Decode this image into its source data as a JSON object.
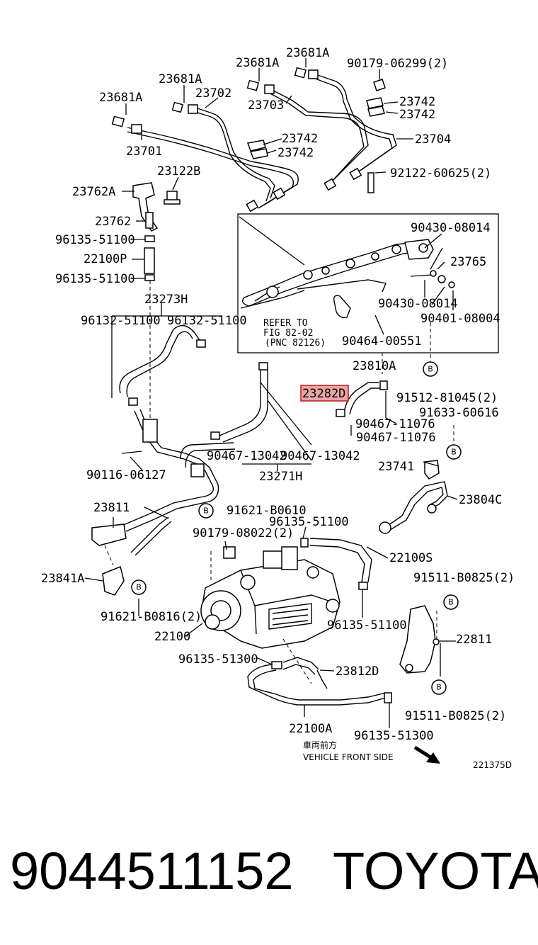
{
  "diagram": {
    "highlighted_part": "23282D",
    "labels": {
      "l_23681A_1": "23681A",
      "l_23681A_2": "23681A",
      "l_23681A_3": "23681A",
      "l_23681A_4": "23681A",
      "l_9017906299": "90179-06299(2)",
      "l_23702": "23702",
      "l_23703": "23703",
      "l_23742_1": "23742",
      "l_23742_2": "23742",
      "l_23742_3": "23742",
      "l_23742_4": "23742",
      "l_23704": "23704",
      "l_23701": "23701",
      "l_9212260625": "92122-60625(2)",
      "l_23122B": "23122B",
      "l_23762A": "23762A",
      "l_23762": "23762",
      "l_9613551100_a": "96135-51100",
      "l_22100P": "22100P",
      "l_9613551100_b": "96135-51100",
      "l_23273H": "23273H",
      "l_9613251100_a": "96132-51100",
      "l_9613251100_b": "96132-51100",
      "l_9043008014_a": "90430-08014",
      "l_23765": "23765",
      "l_9043008014_b": "90430-08014",
      "l_9040108004": "90401-08004",
      "l_refer1": "REFER TO",
      "l_refer2": "FIG 82-02",
      "l_refer3": "(PNC 82126)",
      "l_9046400551": "90464-00551",
      "l_23810A": "23810A",
      "l_23282D": "23282D",
      "l_9151281045": "91512-81045(2)",
      "l_9046711076_a": "90467-11076",
      "l_9163360616": "91633-60616",
      "l_9046711076_b": "90467-11076",
      "l_9046713042_a": "90467-13042",
      "l_9046713042_b": "90467-13042",
      "l_9011606127": "90116-06127",
      "l_23271H": "23271H",
      "l_23741": "23741",
      "l_23804C": "23804C",
      "l_23811": "23811",
      "l_91621B0610": "91621-B0610",
      "l_9613551100_c": "96135-51100",
      "l_9017908022": "90179-08022(2)",
      "l_22100S": "22100S",
      "l_23841A": "23841A",
      "l_91511B0825_a": "91511-B0825(2)",
      "l_91621B0816": "91621-B0816(2)",
      "l_9613551100_d": "96135-51100",
      "l_22100": "22100",
      "l_22811": "22811",
      "l_9613551300_a": "96135-51300",
      "l_23812D": "23812D",
      "l_91511B0825_b": "91511-B0825(2)",
      "l_22100A": "22100A",
      "l_9613551300_b": "96135-51300",
      "l_jp": "車両前方",
      "l_front": "VEHICLE FRONT SIDE",
      "l_ref": "221375D",
      "l_B": "B"
    }
  },
  "footer": {
    "part_number": "9044511152",
    "brand": "TOYOTA"
  }
}
